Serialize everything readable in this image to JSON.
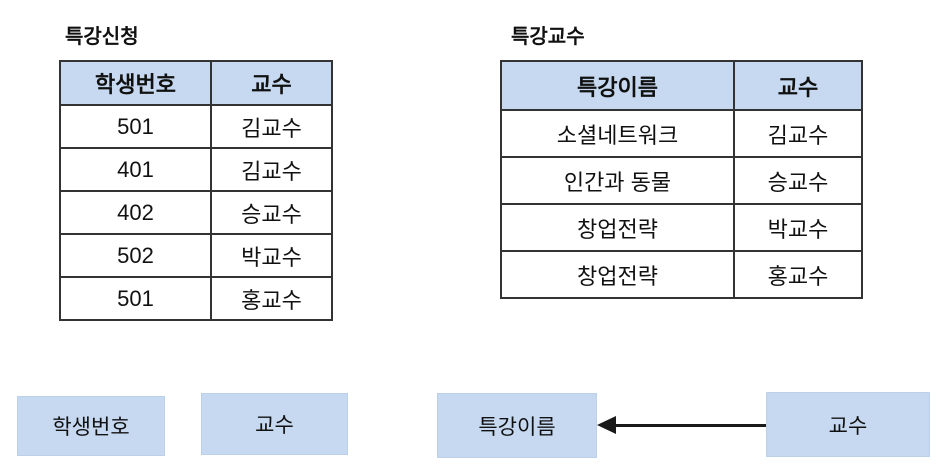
{
  "left_table": {
    "title": "특강신청",
    "headers": [
      "학생번호",
      "교수"
    ],
    "rows": [
      [
        "501",
        "김교수"
      ],
      [
        "401",
        "김교수"
      ],
      [
        "402",
        "승교수"
      ],
      [
        "502",
        "박교수"
      ],
      [
        "501",
        "홍교수"
      ]
    ]
  },
  "right_table": {
    "title": "특강교수",
    "headers": [
      "특강이름",
      "교수"
    ],
    "rows": [
      [
        "소셜네트워크",
        "김교수"
      ],
      [
        "인간과 동물",
        "승교수"
      ],
      [
        "창업전략",
        "박교수"
      ],
      [
        "창업전략",
        "홍교수"
      ]
    ]
  },
  "bottom_boxes": {
    "student_number": "학생번호",
    "professor_left": "교수",
    "lecture_name": "특강이름",
    "professor_right": "교수"
  },
  "colors": {
    "header_fill": "#c6d9f1",
    "box_fill": "#c6d9f1",
    "table_border": "#333333",
    "arrow": "#1a1a1a",
    "text": "#111111"
  }
}
